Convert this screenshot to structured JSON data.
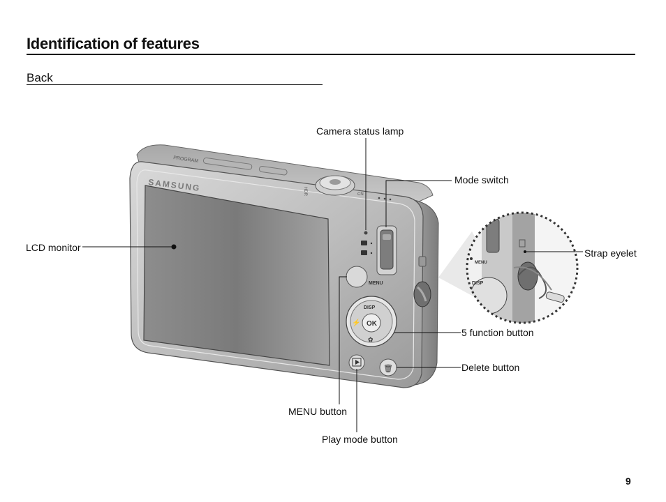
{
  "header": {
    "title": "Identification of features",
    "section": "Back"
  },
  "camera": {
    "brand": "SAMSUNG",
    "mode_text": "PROGRAM",
    "menu_text": "MENU",
    "disp_text": "DISP",
    "ok_text": "OK"
  },
  "callouts": {
    "camera_status_lamp": "Camera status lamp",
    "mode_switch": "Mode switch",
    "lcd_monitor": "LCD monitor",
    "strap_eyelet": "Strap eyelet",
    "five_function_button": "5 function button",
    "delete_button": "Delete button",
    "menu_button": "MENU button",
    "play_mode_button": "Play mode button"
  },
  "footer": {
    "page_number": "9"
  }
}
